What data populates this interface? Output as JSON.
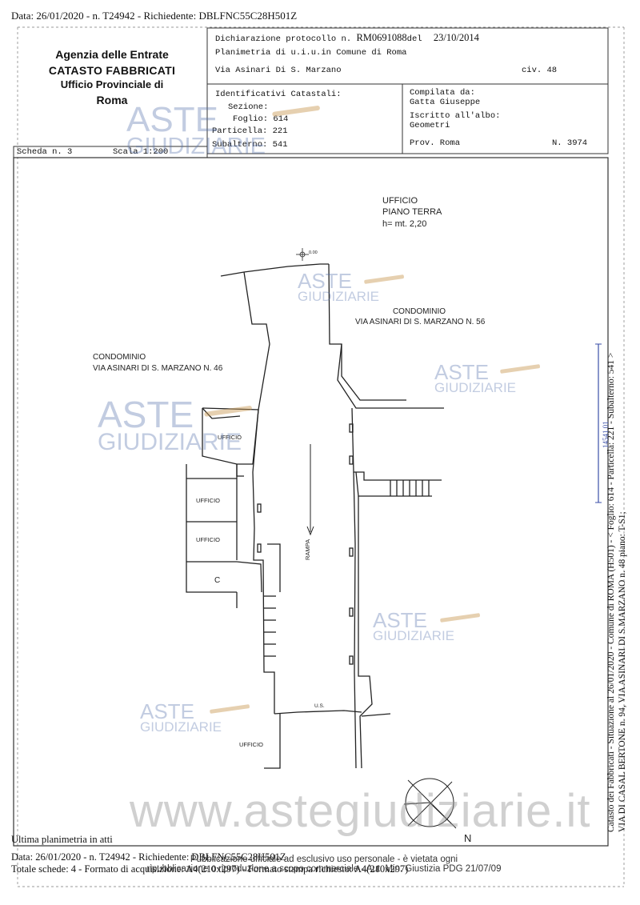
{
  "header": {
    "top_line": "Data: 26/01/2020 - n. T24942 - Richiedente: DBLFNC55C28H501Z"
  },
  "agency": {
    "line1": "Agenzia delle Entrate",
    "line2": "CATASTO FABBRICATI",
    "line3": "Ufficio Provinciale di",
    "line4": "Roma"
  },
  "declaration": {
    "protocol_label": "Dichiarazione protocollo n.",
    "protocol_number": "RM0691088",
    "date_label": "del",
    "date": "23/10/2014",
    "plan_line": "Planimetria di u.i.u.in Comune di Roma",
    "address": "Via Asinari Di S. Marzano",
    "civ": "civ. 48"
  },
  "identifiers": {
    "title": "Identificativi Catastali:",
    "sezione": "Sezione:",
    "foglio": "Foglio: 614",
    "particella": "Particella: 221",
    "subalterno": "Subalterno: 541"
  },
  "compiler": {
    "compilata_label": "Compilata da:",
    "compilata_name": "Gatta Giuseppe",
    "albo_label": "Iscritto all'albo:",
    "albo_value": "Geometri",
    "prov": "Prov. Roma",
    "number": "N. 3974"
  },
  "scheda": {
    "label": "Scheda n. 3",
    "scale": "Scala 1:200"
  },
  "plan": {
    "title_line1": "UFFICIO",
    "title_line2": "PIANO TERRA",
    "title_line3": "h= mt. 2,20",
    "condo_right_1": "CONDOMINIO",
    "condo_right_2": "VIA ASINARI DI S. MARZANO N. 56",
    "condo_left_1": "CONDOMINIO",
    "condo_left_2": "VIA ASINARI DI S. MARZANO N. 46",
    "room_ufficio": "UFFICIO",
    "room_c": "C",
    "rampa": "RAMPA",
    "us": "U.S.",
    "level": "0.00",
    "north": "N"
  },
  "watermarks": {
    "aste": "ASTE",
    "giudiziarie": "GIUDIZIARIE",
    "site": "www.astegiudiziarie.it"
  },
  "side": {
    "line1": "Catasto dei Fabbricati - Situazione al 26/01/2020 - Comune di ROMA (H501) - < Foglio: 614 - Particella: 221 - Subalterno: 541 >",
    "line2": "VIA DI CASAL BERTONE n. 94, VIA ASINARI DI S.MARZANO n. 48 piano: T-S1;",
    "stamp": "14541 01"
  },
  "footer": {
    "last_plan": "Ultima planimetria in atti",
    "data_line": "Data: 26/01/2020 - n. T24942 - Richiedente: DBLFNC55C28H501Z",
    "totals_line": "Totale schede: 4 - Formato di acquisizione: A4(210x297) - Formato stampa richiesto: A4(210x297)",
    "pub_line1": "Pubblicazione ufficiale ad esclusivo uso personale - è vietata ogni",
    "pub_line2": "ripubblicazione o riproduzione a scopo commerciale - Aut. Min. Giustizia PDG 21/07/09"
  }
}
